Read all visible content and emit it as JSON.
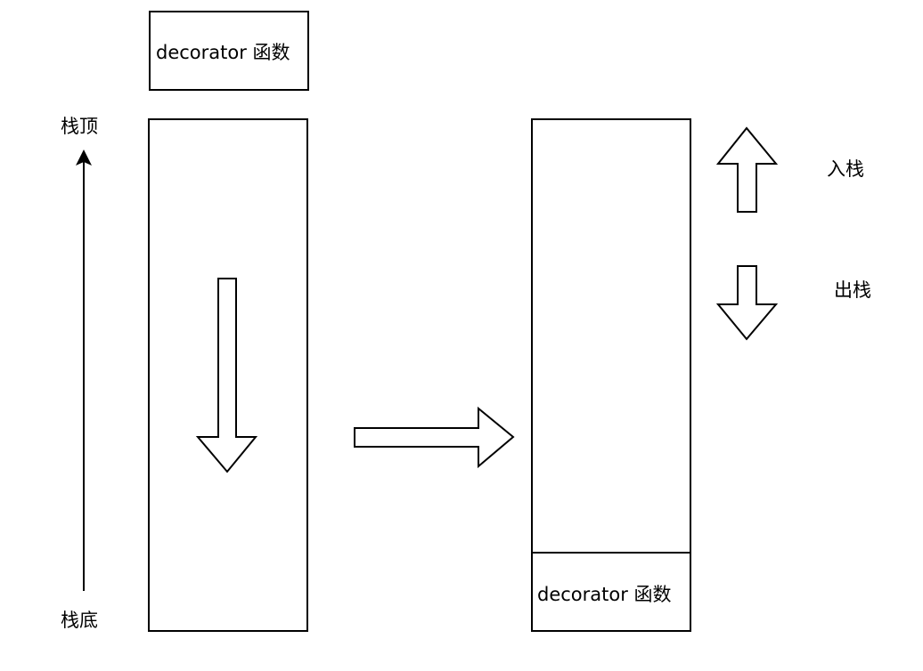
{
  "top_box": {
    "label": "decorator 函数"
  },
  "axis": {
    "top_label": "栈顶",
    "bottom_label": "栈底"
  },
  "right_stack": {
    "bottom_item_label": "decorator 函数"
  },
  "legend": {
    "push_label": "入栈",
    "pop_label": "出栈"
  },
  "colors": {
    "stroke": "#000000",
    "fill": "#ffffff"
  }
}
